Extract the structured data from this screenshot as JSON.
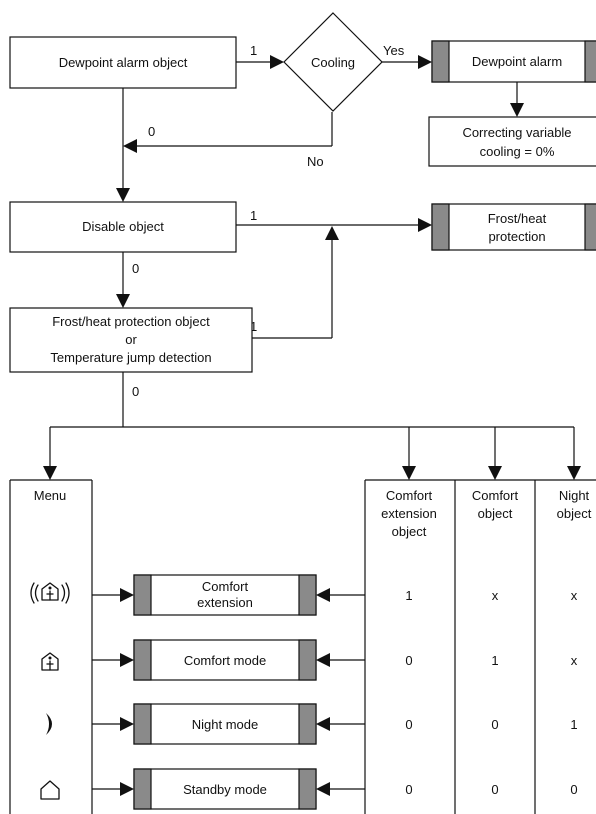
{
  "nodes": {
    "dewpoint_alarm_object": "Dewpoint alarm object",
    "cooling": "Cooling",
    "dewpoint_alarm": "Dewpoint alarm",
    "correcting_variable": [
      "Correcting variable",
      "cooling = 0%"
    ],
    "disable_object": "Disable object",
    "frost_heat_protection": [
      "Frost/heat",
      "protection"
    ],
    "frost_heat_object": [
      "Frost/heat protection object",
      "or",
      "Temperature jump detection"
    ]
  },
  "edge_labels": {
    "dewpoint_to_cooling": "1",
    "cooling_yes": "Yes",
    "cooling_no": "No",
    "no_return": "0",
    "disable_to_frost": "1",
    "disable_down": "0",
    "frost_obj_to_frost": "1",
    "frost_obj_down": "0"
  },
  "table": {
    "menu_header": "Menu",
    "columns": [
      [
        "Comfort",
        "extension",
        "object"
      ],
      [
        "Comfort",
        "object"
      ],
      [
        "Night",
        "object"
      ]
    ],
    "rows": [
      {
        "mode": [
          "Comfort",
          "extension"
        ],
        "icon": "comfort-extension-icon",
        "values": [
          "1",
          "x",
          "x"
        ]
      },
      {
        "mode": [
          "Comfort mode"
        ],
        "icon": "comfort-mode-icon",
        "values": [
          "0",
          "1",
          "x"
        ]
      },
      {
        "mode": [
          "Night mode"
        ],
        "icon": "night-mode-icon",
        "values": [
          "0",
          "0",
          "1"
        ]
      },
      {
        "mode": [
          "Standby mode"
        ],
        "icon": "standby-mode-icon",
        "values": [
          "0",
          "0",
          "0"
        ]
      }
    ]
  },
  "colors": {
    "line": "#111111",
    "bar": "#8a8a8a",
    "background": "#ffffff"
  }
}
